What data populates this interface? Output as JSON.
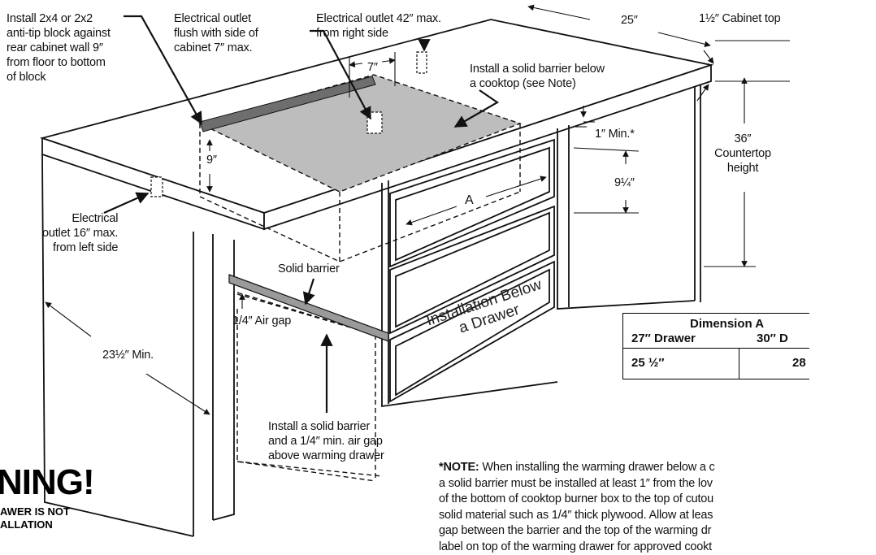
{
  "labels": {
    "anti_tip": [
      "Install 2x4 or 2x2",
      "anti-tip block against",
      "rear cabinet wall 9″",
      "from floor to bottom",
      "of block"
    ],
    "outlet_flush": [
      "Electrical outlet",
      "flush with side of",
      "cabinet 7″ max."
    ],
    "outlet_right": [
      "Electrical outlet 42″ max.",
      "from right side"
    ],
    "dim_25": "25″",
    "cabinet_top": "1½″ Cabinet top",
    "dim_7": "7″",
    "barrier_cooktop": [
      "Install a solid barrier below",
      "a cooktop (see Note)"
    ],
    "min_1": "1″ Min.*",
    "countertop": [
      "36″",
      "Countertop",
      "height"
    ],
    "dim_9": "9″",
    "dim_9_1_4": "9¼″",
    "dim_A": "A",
    "outlet_left": [
      "Electrical",
      "outlet 16″ max.",
      "from left side"
    ],
    "solid_barrier": "Solid barrier",
    "air_gap": "1/4″ Air gap",
    "min_23_5": "23½″ Min.",
    "barrier_gap": [
      "Install a solid barrier",
      "and a 1/4″ min. air gap",
      "above warming drawer"
    ],
    "install_below": [
      "Installation Below",
      "a Drawer"
    ]
  },
  "warning": {
    "title": "NING!",
    "line1": "AWER IS NOT",
    "line2": "ALLATION"
  },
  "dimension_table": {
    "title": "Dimension A",
    "col1_header": "27″ Drawer",
    "col2_header": "30″ D",
    "col1_value": "25 ½″",
    "col2_value": "28"
  },
  "note": {
    "bold": "*NOTE:",
    "line1": " When installing the warming drawer below a c",
    "line2": "a solid barrier must be installed at least 1″ from the lov",
    "line3": "of the bottom of cooktop burner box to the top of cutou",
    "line4": "solid material such as 1/4″ thick plywood. Allow at leas",
    "line5": "gap between the barrier and the top of the warming dr",
    "line6": "label on top of the warming drawer for approved cookt"
  },
  "colors": {
    "line": "#111111",
    "cooktop_fill": "#bdbdbd",
    "block_fill": "#6e6e6e",
    "barrier_fill": "#9a9a9a"
  }
}
